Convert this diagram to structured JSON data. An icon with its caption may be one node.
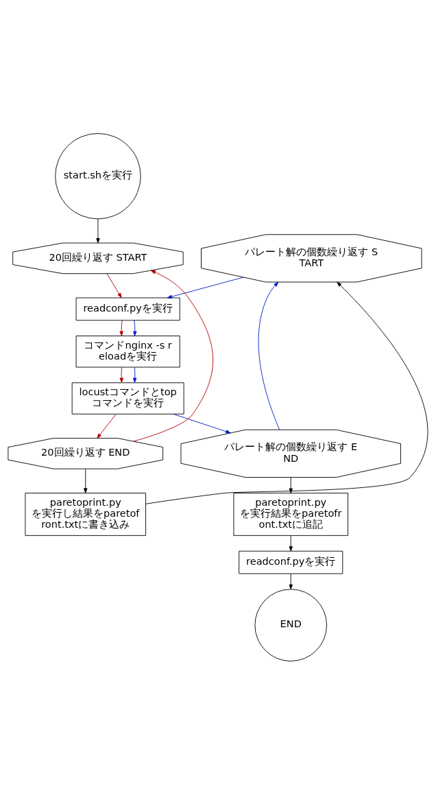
{
  "diagram": {
    "nodes": [
      {
        "text": [
          "start.shを実行"
        ]
      },
      {
        "text": [
          "20回繰り返す START"
        ]
      },
      {
        "text": [
          "パレート解の個数繰り返す START"
        ]
      },
      {
        "text": [
          "readconf.pyを実行"
        ]
      },
      {
        "text": [
          "コマンドnginx -s reloadを実行"
        ]
      },
      {
        "text": [
          "locustコマンドとtopコマンドを実行"
        ]
      },
      {
        "text": [
          "20回繰り返す END"
        ]
      },
      {
        "text": [
          "パレート解の個数繰り返す END"
        ]
      },
      {
        "text": [
          "paretoprint.pyを実行し結果をparetofront.txtに書き込み"
        ]
      },
      {
        "text": [
          "paretoprint.pyを実行結果をparetofront.txtに追記"
        ]
      },
      {
        "text": [
          "readconf.pyを実行"
        ]
      },
      {
        "text": [
          "END"
        ]
      }
    ],
    "edges": [
      {
        "from": 0,
        "to": 1,
        "arrow": "to"
      },
      {
        "from": 8,
        "to": 2,
        "arrow": "to"
      },
      {
        "from": 1,
        "to": 3,
        "arrow": "to",
        "color": "#b20000"
      },
      {
        "from": 2,
        "to": 3,
        "arrow": "to",
        "color": "#001dbc"
      },
      {
        "from": 3,
        "to": 4,
        "arrow": "to",
        "color": "#b20000"
      },
      {
        "from": 3,
        "to": 4,
        "arrow": "to",
        "color": "#001dbc"
      },
      {
        "from": 4,
        "to": 5,
        "arrow": "to",
        "color": "#b20000"
      },
      {
        "from": 4,
        "to": 5,
        "arrow": "to",
        "color": "#001dbc"
      },
      {
        "from": 5,
        "to": 6,
        "arrow": "to",
        "color": "#b20000"
      },
      {
        "from": 5,
        "to": 7,
        "arrow": "to",
        "color": "#001dbc"
      },
      {
        "from": 6,
        "to": 1,
        "arrow": "to",
        "color": "#b20000"
      },
      {
        "from": 7,
        "to": 2,
        "arrow": "to",
        "color": "#001dbc"
      },
      {
        "from": 6,
        "to": 8,
        "arrow": "to"
      },
      {
        "from": 7,
        "to": 9,
        "arrow": "to"
      },
      {
        "from": 9,
        "to": 10,
        "arrow": "to"
      },
      {
        "from": 10,
        "to": 11,
        "arrow": "to"
      }
    ]
  }
}
